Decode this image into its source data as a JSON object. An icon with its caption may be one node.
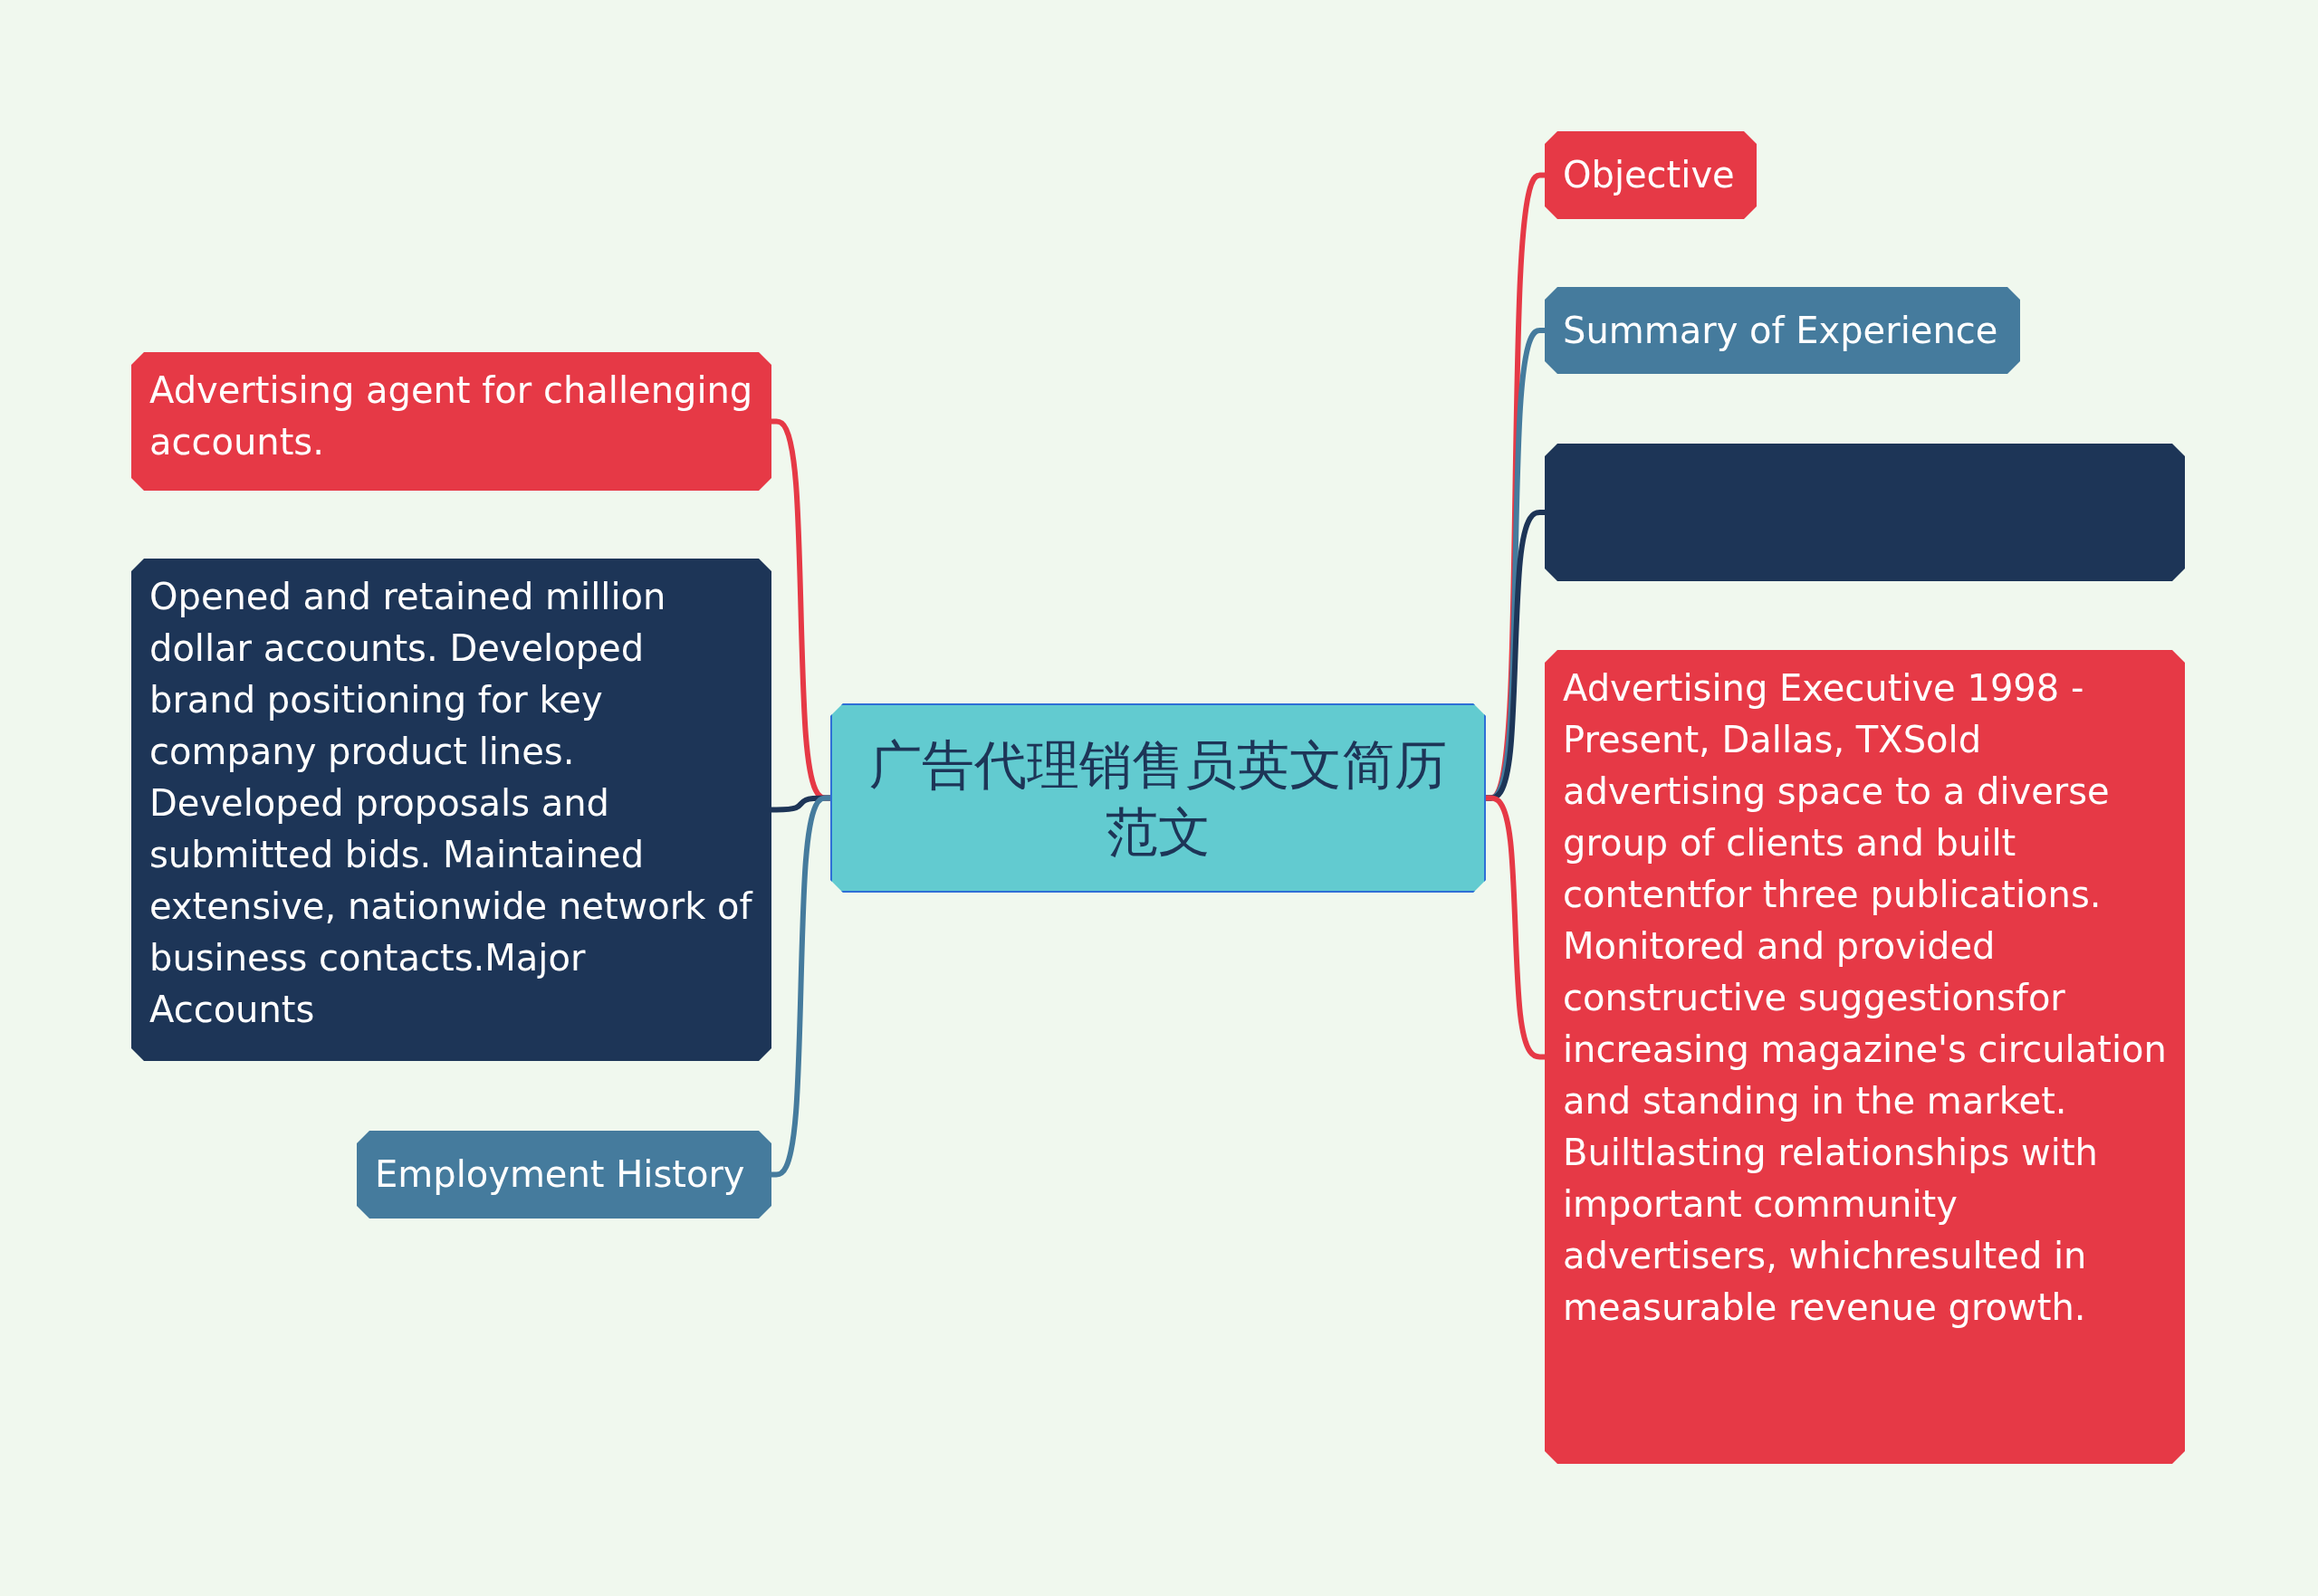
{
  "diagram": {
    "nodes": [
      {
        "text": [
          "广告代理销售员英文简历范文"
        ]
      },
      {
        "text": [
          "Advertising agent for challenging accounts."
        ]
      },
      {
        "text": [
          "Opened and retained million dollar accounts. Developed brand positioning for key company product lines. Developed proposals and submitted bids. Maintained extensive, nationwide network of business contacts.Major Accounts"
        ]
      },
      {
        "text": [
          "Employment History"
        ]
      },
      {
        "text": [
          "Objective"
        ]
      },
      {
        "text": [
          "Summary of Experience"
        ]
      },
      {
        "text": [],
        "shape": "box"
      },
      {
        "text": [
          "Advertising Executive 1998 - Present, Dallas, TXSold advertising space to a diverse group of clients and built contentfor three publications. Monitored and provided constructive suggestionsfor increasing magazine's circulation and standing in the market. Builtlasting relationships with important community advertisers, whichresulted in measurable revenue growth."
        ]
      }
    ],
    "edges": [
      {
        "from": 0,
        "to": 1,
        "arrow": "none"
      },
      {
        "from": 0,
        "to": 2,
        "arrow": "none",
        "color": "#1d3557"
      },
      {
        "from": 0,
        "to": 3,
        "arrow": "none",
        "color": "#457b9d"
      },
      {
        "from": 0,
        "to": 4,
        "arrow": "none"
      },
      {
        "from": 0,
        "to": 5,
        "arrow": "none",
        "color": "#457b9d"
      },
      {
        "from": 0,
        "to": 6,
        "arrow": "none",
        "color": "#1d3557"
      },
      {
        "from": 0,
        "to": 7,
        "arrow": "none"
      }
    ]
  }
}
